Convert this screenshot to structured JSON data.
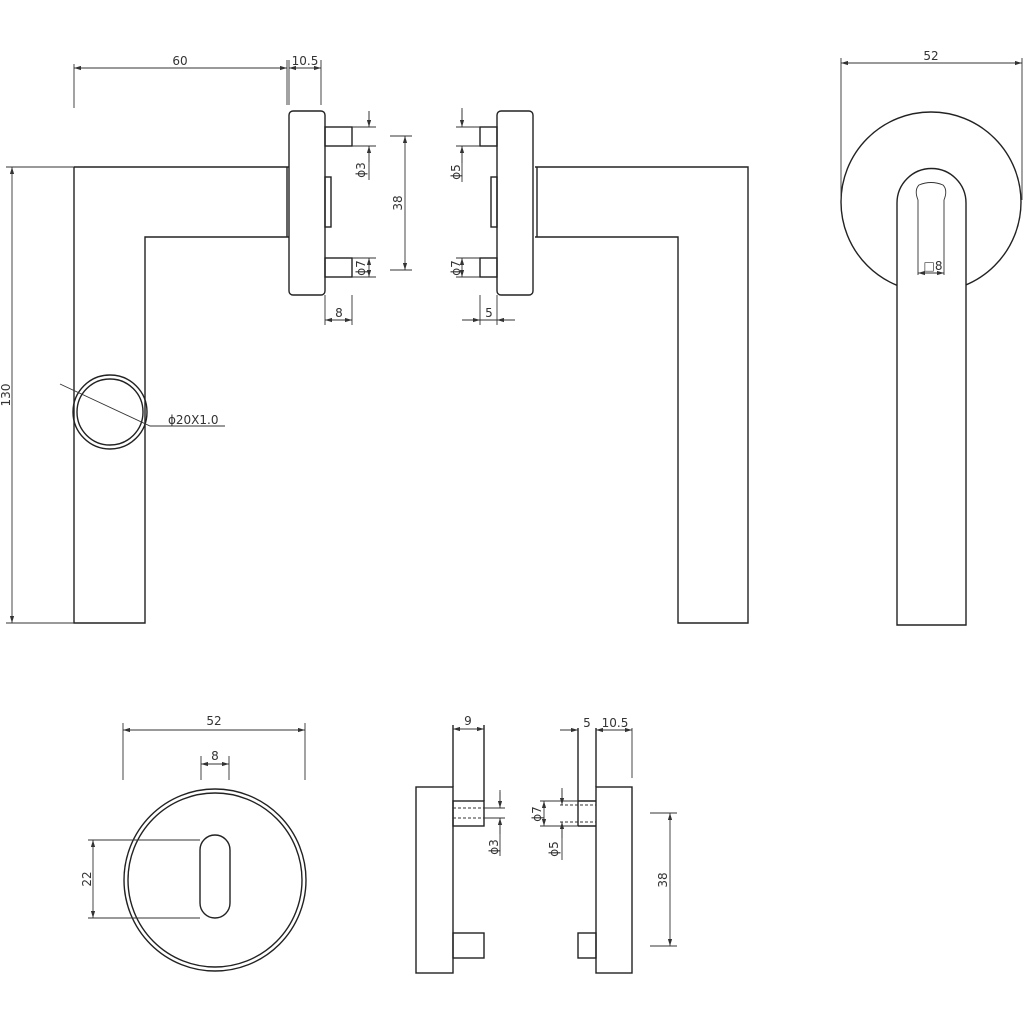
{
  "drawing": {
    "front_view": {
      "dim_lever_projection": "60",
      "dim_rose_thickness": "10.5",
      "dim_pin_left_top": "ϕ3",
      "dim_pin_spacing": "38",
      "dim_pin_right_top": "ϕ5",
      "dim_pin_left_bottom": "ϕ7",
      "dim_pin_right_bottom": "ϕ7",
      "dim_pin_left_length": "8",
      "dim_pin_right_length": "5",
      "dim_lever_height": "130",
      "dim_tube": "ϕ20X1.0"
    },
    "side_view": {
      "dim_rose_diameter": "52",
      "dim_spindle": "□8"
    },
    "escutcheon_view": {
      "dim_diameter": "52",
      "dim_key_width": "8",
      "dim_key_height": "22"
    },
    "section_views": {
      "dim_left_pin": "9",
      "dim_left_hole": "ϕ3",
      "dim_right_pin": "5",
      "dim_right_rose": "10.5",
      "dim_right_outer": "ϕ7",
      "dim_right_inner": "ϕ5",
      "dim_spacing": "38"
    }
  }
}
